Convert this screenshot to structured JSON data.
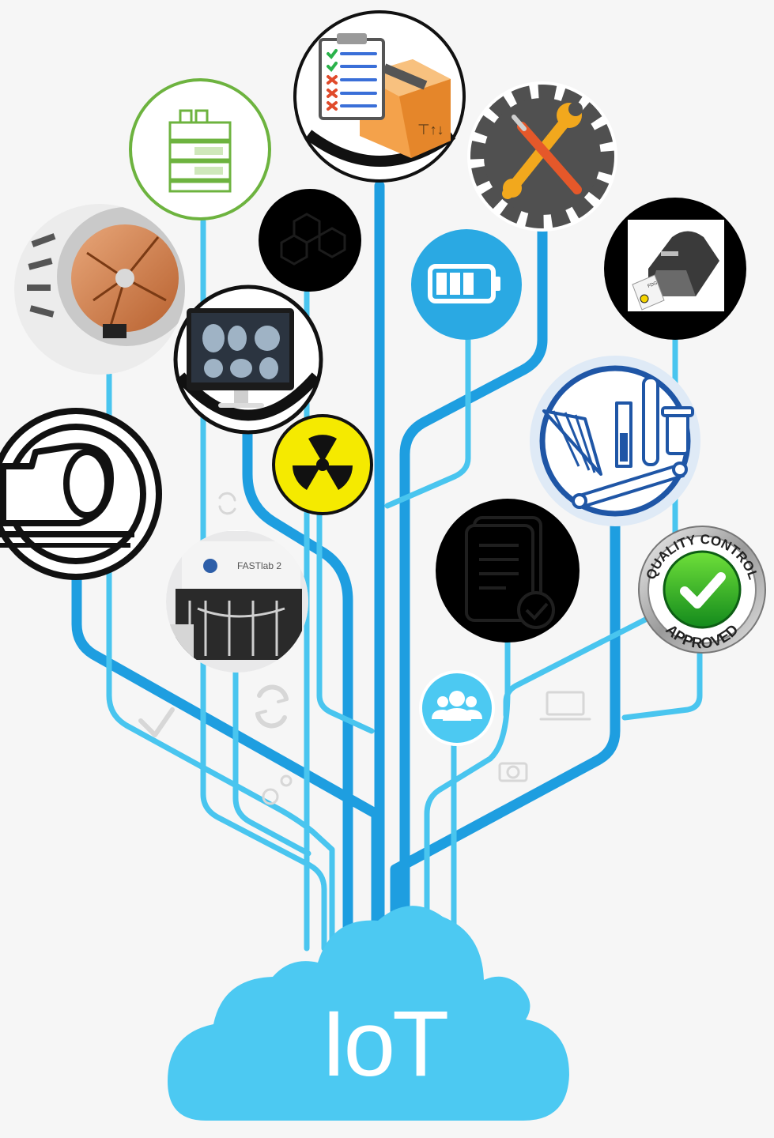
{
  "cloud": {
    "label": "IoT",
    "color": "#4cc9f2"
  },
  "colors": {
    "line_light": "#49c5ef",
    "line_dark": "#1e9ee0",
    "accent_blue": "#2aa9e3",
    "ghost": "#d7d7d7"
  },
  "nodes": [
    {
      "id": "inventory-checklist",
      "icon": "clipboard-box-icon"
    },
    {
      "id": "hplc-system",
      "icon": "lab-instrument-icon"
    },
    {
      "id": "maintenance",
      "icon": "gear-tools-icon"
    },
    {
      "id": "molecule",
      "icon": "molecule-icon"
    },
    {
      "id": "battery",
      "icon": "battery-icon"
    },
    {
      "id": "label-printer",
      "icon": "label-printer-icon"
    },
    {
      "id": "cyclotron",
      "icon": "cyclotron-photo-icon"
    },
    {
      "id": "imaging-monitor",
      "icon": "monitor-scan-icon"
    },
    {
      "id": "lab-supplies",
      "icon": "lab-supplies-icon"
    },
    {
      "id": "pet-scanner",
      "icon": "scanner-icon"
    },
    {
      "id": "radiation",
      "icon": "radiation-icon"
    },
    {
      "id": "documents",
      "icon": "document-check-icon"
    },
    {
      "id": "quality-control",
      "icon": "qc-approved-badge-icon"
    },
    {
      "id": "synthesizer",
      "icon": "synthesizer-photo-icon"
    },
    {
      "id": "users",
      "icon": "users-icon"
    }
  ],
  "badges": {
    "qc_top": "QUALITY CONTROL",
    "qc_bottom": "APPROVED"
  },
  "synthesizer": {
    "label": "FASTlab 2"
  },
  "printer": {
    "tag": "FDG"
  },
  "decor": [
    "check-icon",
    "sync-icon",
    "gears-icon",
    "laptop-icon",
    "camera-icon"
  ]
}
